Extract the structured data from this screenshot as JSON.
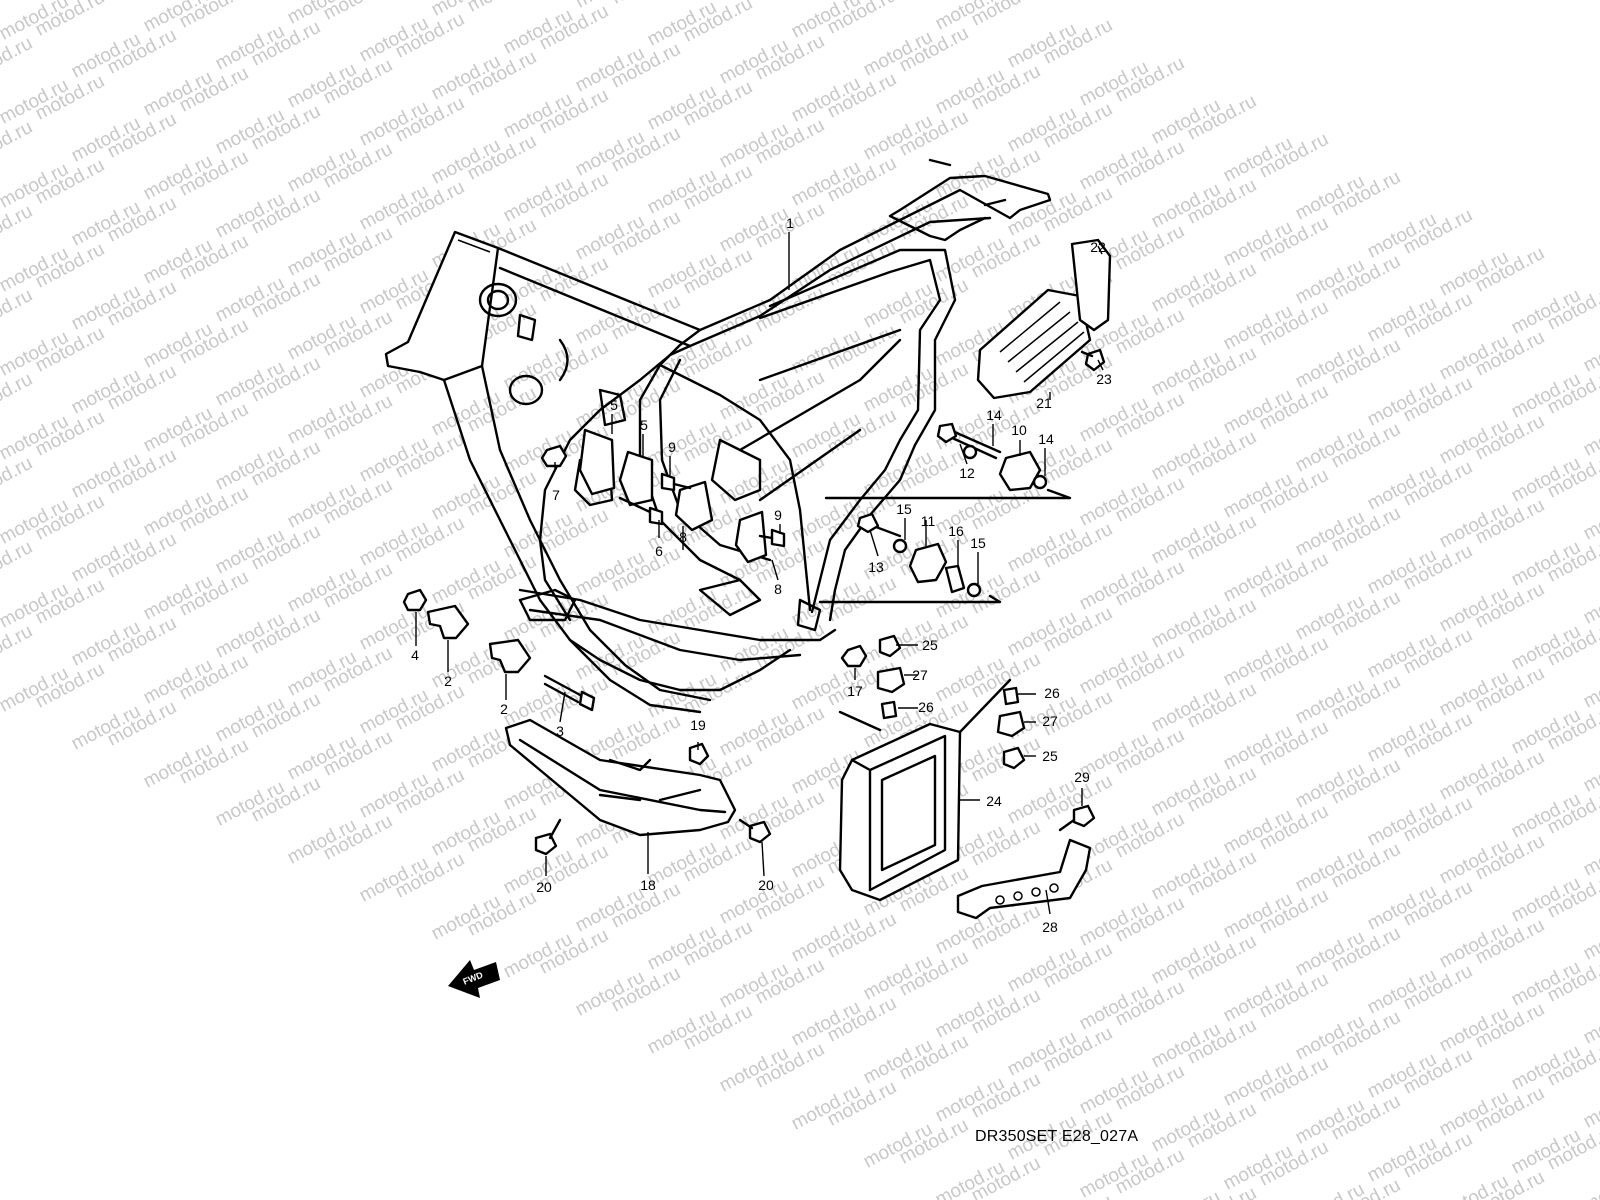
{
  "diagram_code": "DR350SET E28_027A",
  "watermark": "motod.ru",
  "fwd_label": "FWD",
  "callouts": [
    {
      "id": "c1",
      "label": "1"
    },
    {
      "id": "c2a",
      "label": "2"
    },
    {
      "id": "c2b",
      "label": "2"
    },
    {
      "id": "c3",
      "label": "3"
    },
    {
      "id": "c4",
      "label": "4"
    },
    {
      "id": "c5a",
      "label": "5"
    },
    {
      "id": "c5b",
      "label": "5"
    },
    {
      "id": "c6",
      "label": "6"
    },
    {
      "id": "c7",
      "label": "7"
    },
    {
      "id": "c8a",
      "label": "8"
    },
    {
      "id": "c8b",
      "label": "8"
    },
    {
      "id": "c9a",
      "label": "9"
    },
    {
      "id": "c9b",
      "label": "9"
    },
    {
      "id": "c10",
      "label": "10"
    },
    {
      "id": "c11",
      "label": "11"
    },
    {
      "id": "c12",
      "label": "12"
    },
    {
      "id": "c13",
      "label": "13"
    },
    {
      "id": "c14a",
      "label": "14"
    },
    {
      "id": "c14b",
      "label": "14"
    },
    {
      "id": "c15a",
      "label": "15"
    },
    {
      "id": "c15b",
      "label": "15"
    },
    {
      "id": "c16",
      "label": "16"
    },
    {
      "id": "c17",
      "label": "17"
    },
    {
      "id": "c18",
      "label": "18"
    },
    {
      "id": "c19",
      "label": "19"
    },
    {
      "id": "c20a",
      "label": "20"
    },
    {
      "id": "c20b",
      "label": "20"
    },
    {
      "id": "c21",
      "label": "21"
    },
    {
      "id": "c22",
      "label": "22"
    },
    {
      "id": "c23",
      "label": "23"
    },
    {
      "id": "c24",
      "label": "24"
    },
    {
      "id": "c25a",
      "label": "25"
    },
    {
      "id": "c25b",
      "label": "25"
    },
    {
      "id": "c26a",
      "label": "26"
    },
    {
      "id": "c26b",
      "label": "26"
    },
    {
      "id": "c27a",
      "label": "27"
    },
    {
      "id": "c27b",
      "label": "27"
    },
    {
      "id": "c28",
      "label": "28"
    },
    {
      "id": "c29",
      "label": "29"
    }
  ]
}
